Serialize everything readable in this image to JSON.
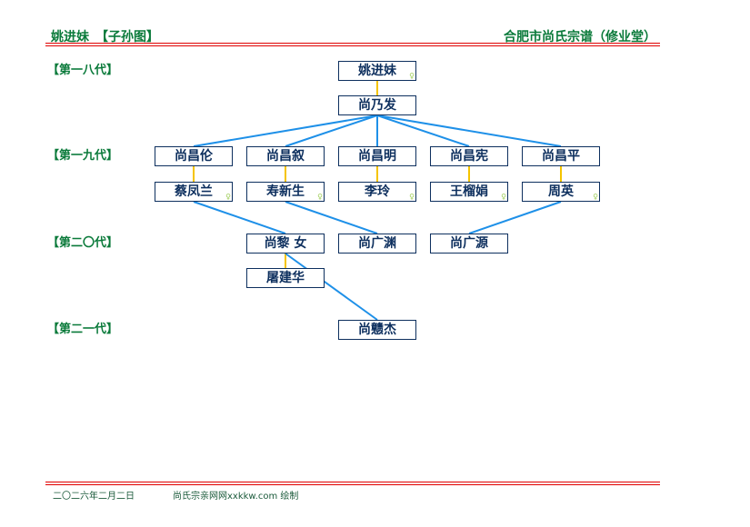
{
  "header": {
    "left_title": "姚进妹　【子孙图】",
    "right_title": "合肥市尚氏宗谱（修业堂）"
  },
  "generations": [
    "【第一八代】",
    "【第一九代】",
    "【第二〇代】",
    "【第二一代】"
  ],
  "female_marker": "♀",
  "nodes": [
    {
      "id": "n1",
      "name": "姚进妹",
      "female": true
    },
    {
      "id": "n2",
      "name": "尚乃发",
      "female": false
    },
    {
      "id": "c1",
      "name": "尚昌伦",
      "female": false
    },
    {
      "id": "c2",
      "name": "尚昌叙",
      "female": false
    },
    {
      "id": "c3",
      "name": "尚昌明",
      "female": false
    },
    {
      "id": "c4",
      "name": "尚昌宪",
      "female": false
    },
    {
      "id": "c5",
      "name": "尚昌平",
      "female": false
    },
    {
      "id": "s1",
      "name": "蔡凤兰",
      "female": true
    },
    {
      "id": "s2",
      "name": "寿新生",
      "female": true
    },
    {
      "id": "s3",
      "name": "李玲",
      "female": true
    },
    {
      "id": "s4",
      "name": "王榴娟",
      "female": true
    },
    {
      "id": "s5",
      "name": "周英",
      "female": true
    },
    {
      "id": "g1",
      "name": "尚黎 女",
      "female": false
    },
    {
      "id": "g2",
      "name": "尚广渊",
      "female": false
    },
    {
      "id": "g3",
      "name": "尚广源",
      "female": false
    },
    {
      "id": "g1s",
      "name": "屠建华",
      "female": false
    },
    {
      "id": "gg1",
      "name": "尚戆杰",
      "female": false
    }
  ],
  "colors": {
    "spouse_line": "#f5c400",
    "child_line": "#1e90e8",
    "box_border": "#0d2f5e",
    "title": "#0a7a3a",
    "rule": "#e00000"
  },
  "footer": {
    "date": "二〇二六年二月二日",
    "credit": "尚氏宗亲网网xxkkw.com 绘制"
  }
}
